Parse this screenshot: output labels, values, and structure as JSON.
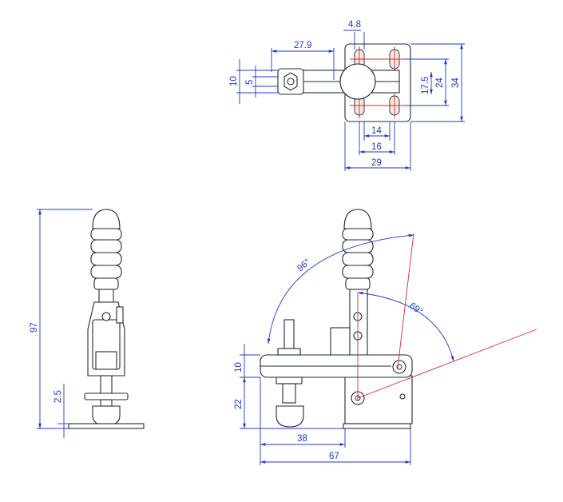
{
  "colors": {
    "dimension": "#1f3bbf",
    "centerline": "#d9262b",
    "outline": "#1f2a33",
    "background": "#ffffff"
  },
  "top_view": {
    "dimensions": {
      "hole_dia": "4.8",
      "arm_reach": "27.9",
      "spindle_height": "10",
      "spindle_width": "5",
      "slot_spacing_v": "17.5",
      "hole_spacing_v": "24",
      "base_length": "34",
      "slot_spacing_h": "14",
      "hole_spacing_h": "16",
      "base_width": "29"
    }
  },
  "side_view": {
    "dimensions": {
      "total_height": "97",
      "base_thickness": "2.5"
    }
  },
  "front_view": {
    "dimensions": {
      "open_angle": "96°",
      "handle_angle": "69°",
      "arm_thickness": "10",
      "spindle_height": "22",
      "spindle_reach": "38",
      "total_length": "67"
    }
  }
}
